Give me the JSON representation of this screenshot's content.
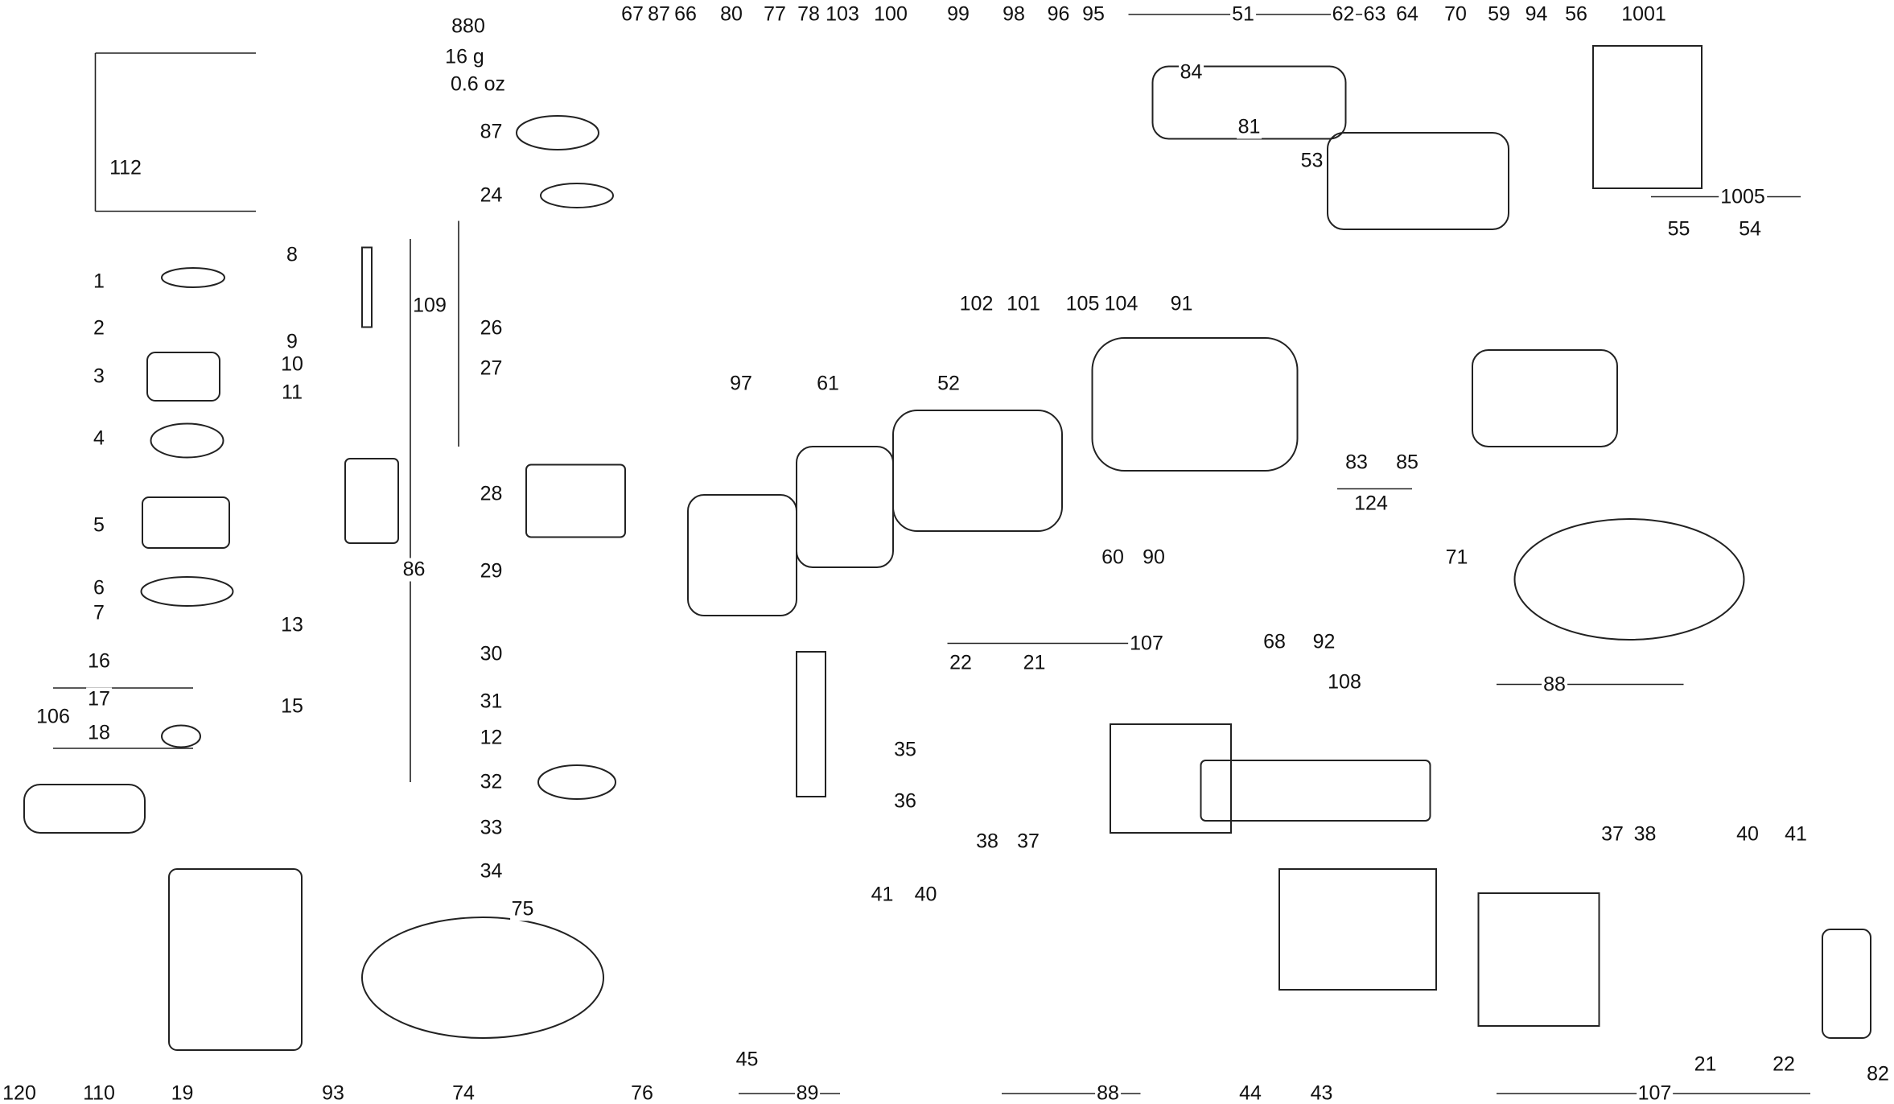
{
  "diagram": {
    "type": "exploded-parts-diagram",
    "labels": [
      "67",
      "87",
      "66",
      "80",
      "77",
      "78",
      "103",
      "100",
      "99",
      "98",
      "96",
      "95",
      "51",
      "62",
      "63",
      "64",
      "70",
      "59",
      "94",
      "56",
      "1001",
      "880",
      "16 g",
      "0.6 oz",
      "87",
      "24",
      "109",
      "26",
      "27",
      "28",
      "29",
      "30",
      "31",
      "12",
      "32",
      "33",
      "34",
      "112",
      "1",
      "2",
      "3",
      "4",
      "5",
      "6",
      "7",
      "16",
      "106",
      "17",
      "18",
      "8",
      "9",
      "10",
      "11",
      "13",
      "15",
      "86",
      "84",
      "81",
      "53",
      "102",
      "101",
      "105",
      "104",
      "91",
      "97",
      "61",
      "52",
      "60",
      "90",
      "83",
      "85",
      "124",
      "71",
      "68",
      "92",
      "1005",
      "55",
      "54",
      "35",
      "36",
      "22",
      "21",
      "107",
      "108",
      "88",
      "37",
      "38",
      "40",
      "41",
      "38",
      "37",
      "41",
      "40",
      "45",
      "89",
      "88",
      "44",
      "43",
      "107",
      "21",
      "22",
      "82",
      "120",
      "110",
      "19",
      "93",
      "74",
      "76",
      "75"
    ]
  }
}
